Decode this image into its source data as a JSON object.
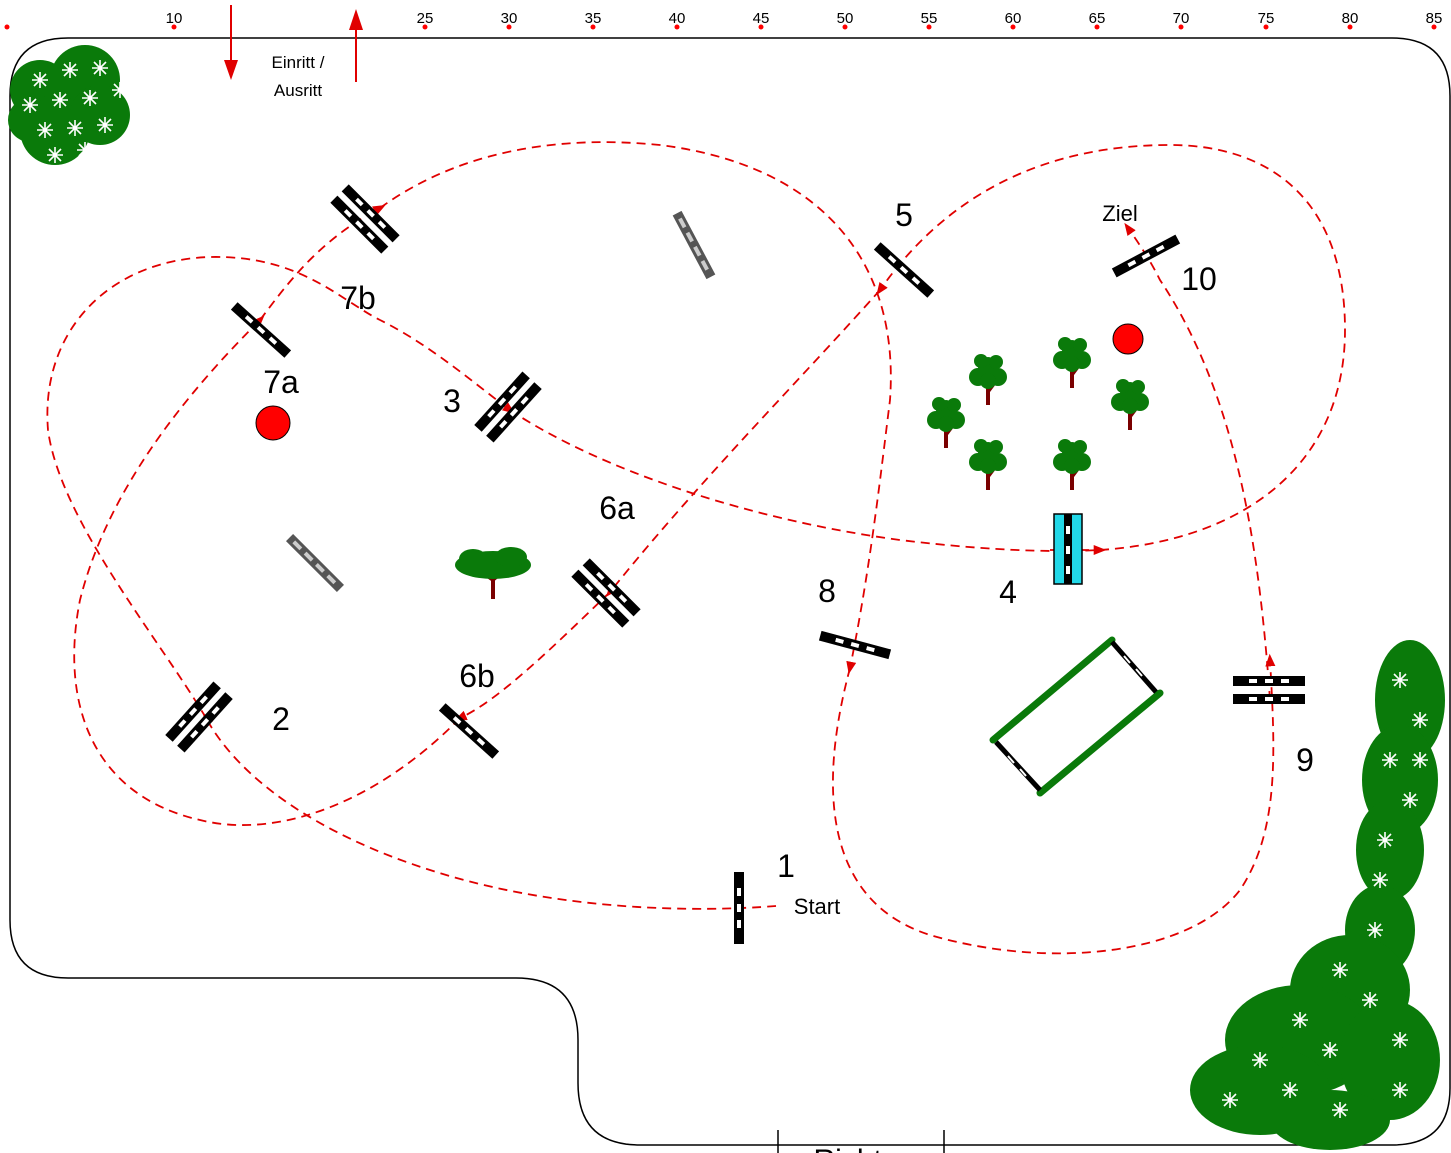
{
  "ruler": {
    "ticks": [
      "10",
      "25",
      "30",
      "35",
      "40",
      "45",
      "50",
      "55",
      "60",
      "65",
      "70",
      "75",
      "80",
      "85"
    ]
  },
  "entrance": {
    "line1": "Einritt /",
    "line2": "Ausritt"
  },
  "obstacles": [
    {
      "id": "1",
      "label": "1"
    },
    {
      "id": "2",
      "label": "2"
    },
    {
      "id": "3",
      "label": "3"
    },
    {
      "id": "4",
      "label": "4"
    },
    {
      "id": "5",
      "label": "5"
    },
    {
      "id": "6a",
      "label": "6a"
    },
    {
      "id": "6b",
      "label": "6b"
    },
    {
      "id": "7a",
      "label": "7a"
    },
    {
      "id": "7b",
      "label": "7b"
    },
    {
      "id": "8",
      "label": "8"
    },
    {
      "id": "9",
      "label": "9"
    },
    {
      "id": "10",
      "label": "10"
    }
  ],
  "start_label": "Start",
  "finish_label": "Ziel",
  "judge_label": "Richter",
  "colors": {
    "course_line": "#e00000",
    "border": "#000000",
    "water": "#22d8e8",
    "bush": "#0a7a0a",
    "tree_trunk": "#7a0000",
    "marker": "#ff0000"
  }
}
